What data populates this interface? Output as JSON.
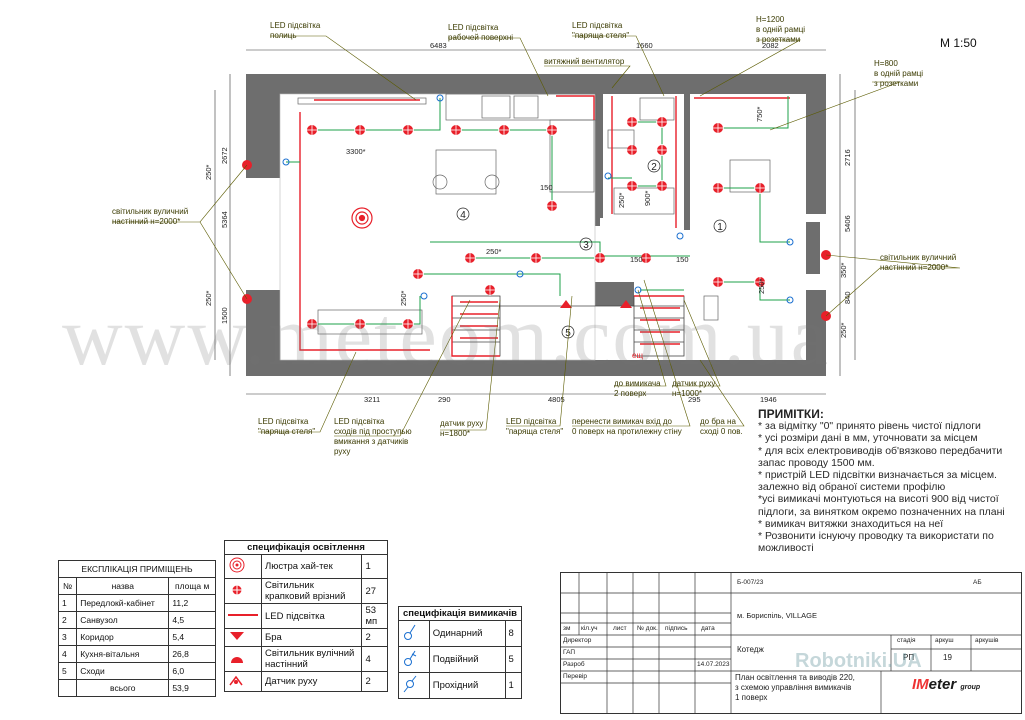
{
  "scale": "М 1:50",
  "labels": {
    "led_shelves": [
      "LED підсвітка",
      "полиць"
    ],
    "led_work": [
      "LED підсвітка",
      "рабочей поверхні"
    ],
    "led_ceiling_top": [
      "LED підсвітка",
      "\"паряща стеля\""
    ],
    "h1200": [
      "H=1200",
      "в одній рамці",
      "з розетками"
    ],
    "h800": [
      "H=800",
      "в одній рамці",
      "з розетками"
    ],
    "fan": "витяжний вентилятор",
    "street_left": [
      "світильник вуличний",
      "настінний н=2000*"
    ],
    "street_right": [
      "світильник вуличний",
      "настінний н=2000*"
    ],
    "led_ceiling_bot": [
      "LED підсвітка",
      "\"паряща стеля\""
    ],
    "led_stairs": [
      "LED підсвітка",
      "сходів під проступью",
      "вмикання з датчиків",
      "руху"
    ],
    "sensor_1800": [
      "датчик руху",
      "н=1800*"
    ],
    "led_ceiling_bot2": [
      "LED підсвітка",
      "\"паряща стеля\""
    ],
    "move_switch": [
      "перенести вимикач вхід до",
      "0 поверх на протилежну стіну"
    ],
    "switch_2nd": [
      "до вимикача",
      "2 поверх"
    ],
    "sensor_1000": [
      "датчик руху",
      "н=1000*"
    ],
    "bra_0": [
      "до бра на",
      "сході 0 пов."
    ],
    "ech": "ещ"
  },
  "dims": {
    "top_a": "6483",
    "top_b": "1660",
    "top_c": "2082",
    "left_a": "2672",
    "left_b": "5364",
    "left_c": "1500",
    "right_a": "2716",
    "right_b": "5406",
    "right_c": "840",
    "bot_a": "3211",
    "bot_b": "290",
    "bot_c": "4805",
    "bot_d": "295",
    "bot_e": "1946",
    "inner_3300": "3300*",
    "d250": "250*",
    "d150": "150",
    "d750": "750*",
    "d900": "900*",
    "d250b": "250*",
    "d150b": "150",
    "d150c": "150",
    "d250c": "250*",
    "d350": "350*",
    "d250r": "250*",
    "d250l": "250*",
    "d250lb": "250*",
    "d250s": "250*"
  },
  "rooms_on_plan": [
    "1",
    "2",
    "3",
    "4",
    "5"
  ],
  "notes": {
    "title": "ПРИМІТКИ:",
    "lines": [
      "* за відмітку \"0\" принято рівень чистої підлоги",
      "* усі розміри дані в мм, уточновати за місцем",
      "* для всіх електровиводів об'вязково передбачити запас проводу 1500 мм.",
      "* пристрій LED підсвітки визначається за місцем. залежно від обраної системи профілю",
      "*усі вимикачі монтуються на висоті 900 від чистої підлоги, за винятком окремо позначенних на плані",
      "* вимикач витяжки знаходиться на неї",
      "* Розвонити існуючу проводку та використати по можливості"
    ]
  },
  "rooms_table": {
    "title": "ЕКСПЛІКАЦІЯ ПРИМІЩЕНЬ",
    "headers": [
      "№",
      "назва",
      "площа м"
    ],
    "rows": [
      [
        "1",
        "Передлокй-кабінет",
        "11,2"
      ],
      [
        "2",
        "Санвузол",
        "4,5"
      ],
      [
        "3",
        "Коридор",
        "5,4"
      ],
      [
        "4",
        "Кухня-вітальня",
        "26,8"
      ],
      [
        "5",
        "Сходи",
        "6,0"
      ]
    ],
    "total_label": "всього",
    "total": "53,9"
  },
  "light_table": {
    "title": "специфікація освітлення",
    "rows": [
      {
        "icon": "chandelier-icon",
        "name": "Люстра хай-тек",
        "qty": "1"
      },
      {
        "icon": "spot-icon",
        "name": "Світильник крапковий врізний",
        "qty": "27"
      },
      {
        "icon": "led-strip-icon",
        "name": "LED підсвітка",
        "qty": "53 мп"
      },
      {
        "icon": "sconce-icon",
        "name": "Бра",
        "qty": "2"
      },
      {
        "icon": "street-lamp-icon",
        "name": "Світильник вулічний настінний",
        "qty": "4"
      },
      {
        "icon": "motion-sensor-icon",
        "name": "Датчик руху",
        "qty": "2"
      }
    ]
  },
  "switch_table": {
    "title": "специфікація вимикачів",
    "rows": [
      {
        "icon": "single-switch-icon",
        "name": "Одинарний",
        "qty": "8"
      },
      {
        "icon": "double-switch-icon",
        "name": "Подвійний",
        "qty": "5"
      },
      {
        "icon": "passthrough-switch-icon",
        "name": "Прохідний",
        "qty": "1"
      }
    ]
  },
  "stamp": {
    "code": "Б-007/23",
    "ab": "АБ",
    "place": "м. Бориспіль, VILLAGE",
    "cols": [
      "зм",
      "кіл.уч",
      "лист",
      "№ док.",
      "підпись",
      "дата"
    ],
    "people": [
      "Директор",
      "ГАП",
      "Разроб",
      "Перевір"
    ],
    "date": "14.07.2023",
    "object": "Котедж",
    "sheet_head": [
      "стадія",
      "аркуш",
      "аркушів"
    ],
    "stage": "РП",
    "sheet": "19",
    "drawing_title": [
      "План освітлення та виводів 220,",
      "з схемою управління вимикачів",
      "1 поверх"
    ]
  },
  "watermark": "www.meteom.com.ua",
  "watermark2": "Robotniki.UA",
  "logo": [
    "IM",
    "eter"
  ],
  "logo_sub": "group",
  "colors": {
    "wall": "#6e6e6e",
    "wire": "#1ca04a",
    "light": "#e8202a",
    "label": "#5b5b00"
  }
}
